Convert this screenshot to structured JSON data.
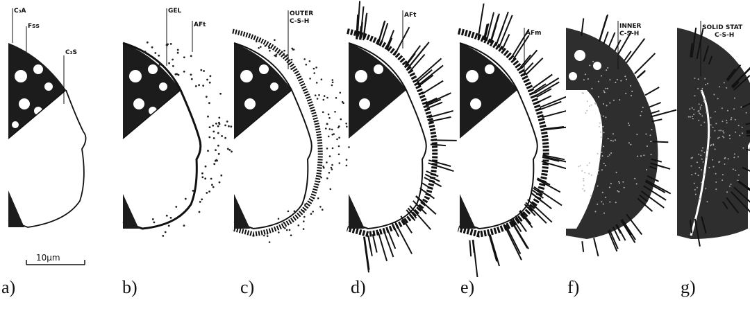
{
  "panels": [
    {
      "label": "a)",
      "annotations": [
        "C₃A",
        "Fss",
        "C₃S"
      ]
    },
    {
      "label": "b)",
      "annotations": [
        "GEL",
        "AFt"
      ]
    },
    {
      "label": "c)",
      "annotations": [
        "OUTER",
        "C-S-H"
      ]
    },
    {
      "label": "d)",
      "annotations": [
        "AFt"
      ]
    },
    {
      "label": "e)",
      "annotations": [
        "AFm"
      ]
    },
    {
      "label": "f)",
      "annotations": [
        "INNER",
        "C-S-H"
      ]
    },
    {
      "label": "g)",
      "annotations": [
        "SOLID STAT",
        "C-S-H"
      ]
    }
  ],
  "scale_bar": {
    "text": "10μm"
  },
  "colors": {
    "ink": "#111111",
    "paper": "#ffffff",
    "fill_dark": "#3a3a3a"
  }
}
